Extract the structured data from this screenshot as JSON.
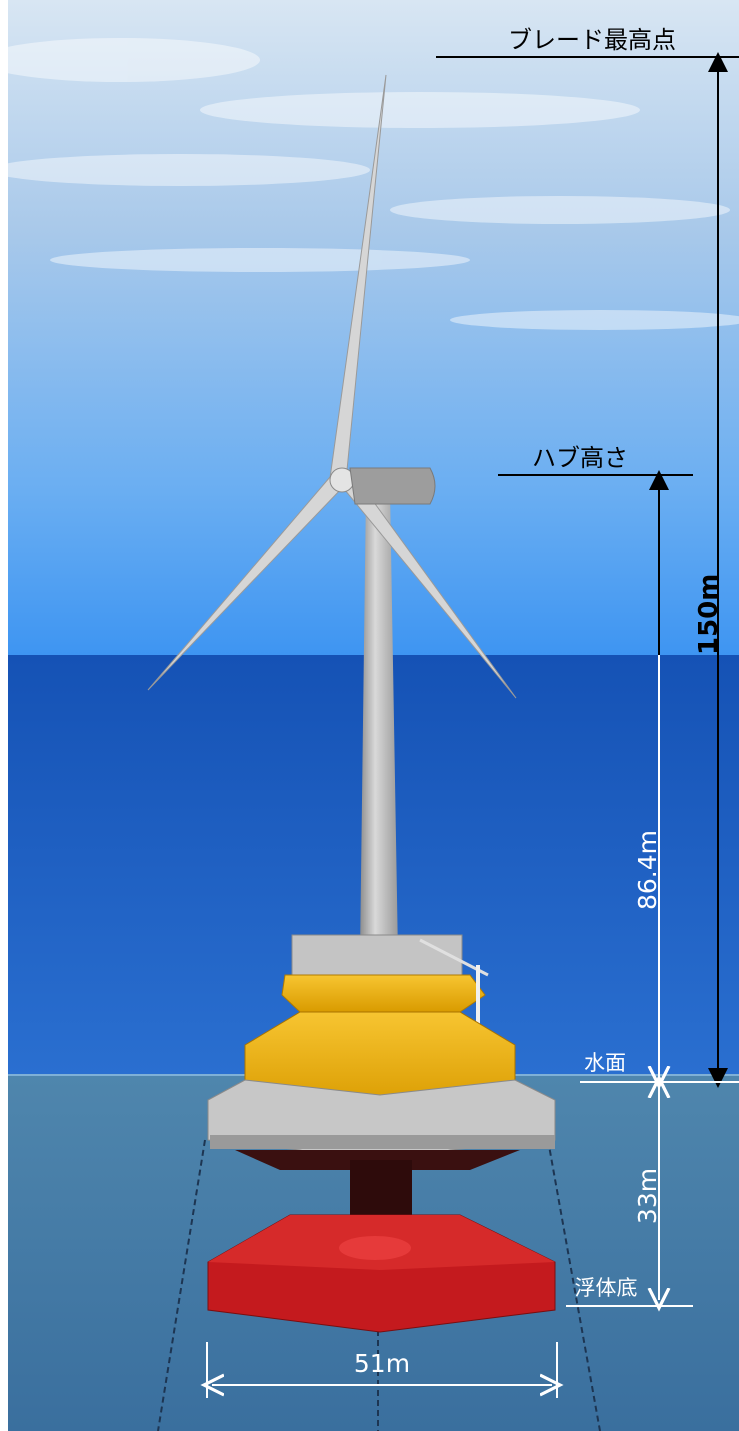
{
  "labels": {
    "blade_top": "ブレード最高点",
    "hub_height": "ハブ高さ",
    "water_surface": "水面",
    "float_bottom": "浮体底"
  },
  "dimensions": {
    "total_height": "150m",
    "hub_above_water": "86.4m",
    "draft": "33m",
    "float_width": "51m"
  },
  "colors": {
    "sky_top": "#c9dcef",
    "sky_bottom": "#3e95f2",
    "sea_upper": "#1a5fbf",
    "sea_lower": "#3f7fa6",
    "float_yellow": "#f2b705",
    "float_gray": "#c9c9c9",
    "float_red": "#c0161b",
    "tower": "#b8b8b8"
  }
}
